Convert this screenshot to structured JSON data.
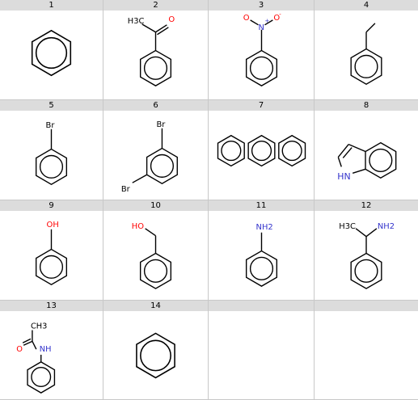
{
  "cells": [
    {
      "id": "1",
      "labels": []
    },
    {
      "id": "2",
      "labels": [
        "H3C",
        "O"
      ]
    },
    {
      "id": "3",
      "labels": [
        "N",
        "+",
        "O",
        "-",
        "O"
      ]
    },
    {
      "id": "4",
      "labels": []
    },
    {
      "id": "5",
      "labels": [
        "Br"
      ]
    },
    {
      "id": "6",
      "labels": [
        "Br",
        "Br"
      ]
    },
    {
      "id": "7",
      "labels": []
    },
    {
      "id": "8",
      "labels": [
        "HN"
      ]
    },
    {
      "id": "9",
      "labels": [
        "OH"
      ]
    },
    {
      "id": "10",
      "labels": [
        "HO"
      ]
    },
    {
      "id": "11",
      "labels": [
        "NH2"
      ]
    },
    {
      "id": "12",
      "labels": [
        "H3C",
        "NH2"
      ]
    },
    {
      "id": "13",
      "labels": [
        "CH3",
        "O",
        "NH"
      ]
    },
    {
      "id": "14",
      "labels": []
    },
    {
      "id": "",
      "labels": []
    },
    {
      "id": "",
      "labels": []
    }
  ],
  "colors": {
    "bond": "#000000",
    "oxygen": "#ff0000",
    "nitrogen": "#3333cc",
    "header_bg": "#dcdcdc",
    "grid_line": "#c8c8c8"
  }
}
